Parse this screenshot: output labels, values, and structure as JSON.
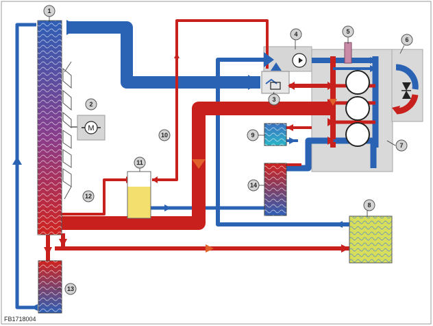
{
  "figure_reference": "FB1718004",
  "motor_symbol": "M",
  "callouts": [
    "1",
    "2",
    "3",
    "4",
    "5",
    "6",
    "7",
    "8",
    "9",
    "10",
    "11",
    "12",
    "13",
    "14"
  ],
  "colors": {
    "hot": "#c8201c",
    "cold": "#2a62b4",
    "frame": "#9a9a9a",
    "component_gray": "#d6d6d6",
    "expansion_tank_fluid": "#f2df6e",
    "heater_grid": "#d8dd5a"
  },
  "icons": [
    "motor-icon",
    "pump-icon",
    "thermostat-icon",
    "flow-arrow-icon",
    "water-pump-icon"
  ]
}
